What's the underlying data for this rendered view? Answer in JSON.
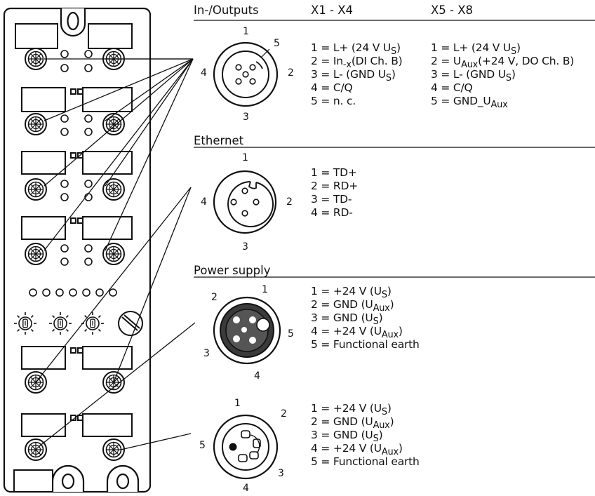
{
  "headers": {
    "io": "In-/Outputs",
    "x1x4": "X1 - X4",
    "x5x8": "X5 - X8",
    "ethernet": "Ethernet",
    "power": "Power supply"
  },
  "io_connector": {
    "pin_numbers": [
      "1",
      "2",
      "3",
      "4",
      "5"
    ],
    "x1x4_pins": [
      "1 = L+ (24 V U",
      "2 = In",
      "3 = L- (GND U",
      "4 = C/Q",
      "5 = n. c."
    ],
    "x1x4_extra": {
      "s1": "S",
      "s2": "-x",
      "s2b": "(DI Ch. B)",
      "s3": "S",
      "s3b": ")"
    },
    "x5x8_pins": [
      "1 = L+ (24 V U",
      "2 = U",
      "3 = L- (GND U",
      "4 = C/Q",
      "5 = GND_U"
    ],
    "x5x8_extra": {
      "s1": "S",
      "s1b": ")",
      "s2": "Aux",
      "s2b": "(+24 V, DO Ch. B)",
      "s3": "S",
      "s3b": ")",
      "s5": "Aux"
    }
  },
  "ethernet_connector": {
    "pin_numbers": [
      "1",
      "2",
      "3",
      "4"
    ],
    "pins": [
      "1 = TD+",
      "2 = RD+",
      "3 = TD-",
      "4 = RD-"
    ]
  },
  "power_in": {
    "pin_numbers": [
      "1",
      "2",
      "3",
      "4",
      "5"
    ],
    "pins": [
      {
        "main": "1 = +24 V (U",
        "sub": "S",
        "end": ")"
      },
      {
        "main": "2 = GND (U",
        "sub": "Aux",
        "end": ")"
      },
      {
        "main": "3 = GND (U",
        "sub": "S",
        "end": ")"
      },
      {
        "main": "4 = +24 V (U",
        "sub": "Aux",
        "end": ")"
      },
      {
        "main": "5 = Functional earth",
        "sub": "",
        "end": ""
      }
    ]
  },
  "power_out": {
    "pin_numbers": [
      "1",
      "2",
      "3",
      "4",
      "5"
    ],
    "pins": [
      {
        "main": "1 = +24 V (U",
        "sub": "S",
        "end": ")"
      },
      {
        "main": "2 = GND (U",
        "sub": "Aux",
        "end": ")"
      },
      {
        "main": "3 = GND (U",
        "sub": "S",
        "end": ")"
      },
      {
        "main": "4 = +24 V (U",
        "sub": "Aux",
        "end": ")"
      },
      {
        "main": "5 = Functional earth",
        "sub": "",
        "end": ""
      }
    ]
  }
}
